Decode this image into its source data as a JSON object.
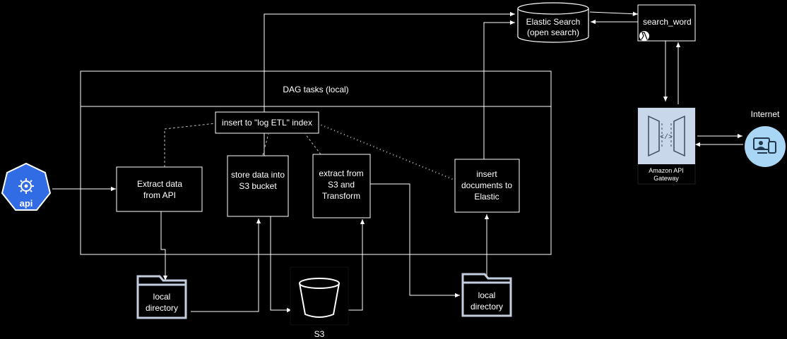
{
  "nodes": {
    "elastic": {
      "line1": "Elastic Search",
      "line2": "(open search)"
    },
    "search_word": {
      "label": "search_word"
    },
    "internet": {
      "label": "Internet"
    },
    "gateway": {
      "line1": "Amazon API",
      "line2": "Gateway"
    },
    "dag": {
      "title": "DAG tasks (local)"
    },
    "log_etl": {
      "label": "insert to \"log ETL\" index"
    },
    "extract_api": {
      "line1": "Extract data",
      "line2": "from API"
    },
    "store_s3": {
      "line1": "store data into",
      "line2": "S3 bucket"
    },
    "extract_s3": {
      "line1": "extract from",
      "line2": "S3 and",
      "line3": "Transform"
    },
    "insert_docs": {
      "line1": "insert",
      "line2": "documents to",
      "line3": "Elastic"
    },
    "api": {
      "label": "api"
    },
    "local_dir_1": {
      "line1": "local",
      "line2": "directory"
    },
    "local_dir_2": {
      "line1": "local",
      "line2": "directory"
    },
    "s3": {
      "label": "S3"
    }
  },
  "colors": {
    "background": "#000000",
    "stroke": "#ffffff",
    "api_blue": "#326ce5",
    "internet_blue": "#a9d6f5",
    "gateway_fill": "#c9d7ea",
    "folder_fill": "#c3cde0"
  },
  "icons": [
    "api-icon",
    "lambda-icon",
    "api-gateway-icon",
    "internet-client-icon",
    "folder-icon",
    "s3-bucket-icon"
  ]
}
